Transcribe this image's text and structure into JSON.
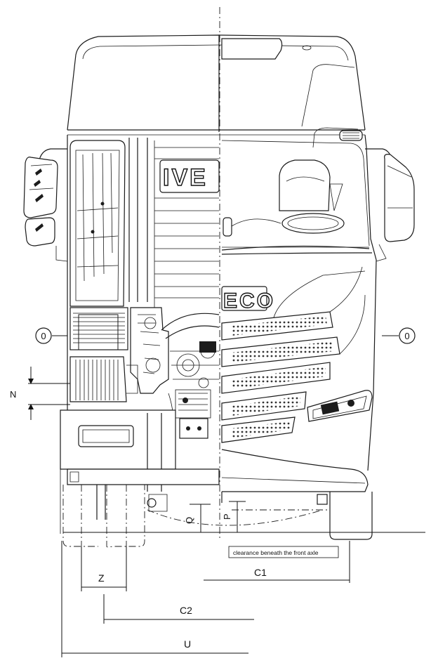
{
  "labels": {
    "brand_left": "IVE",
    "brand_right": "ECO",
    "datum_left": "0",
    "datum_right": "0",
    "dim_n": "N",
    "dim_q": "Q",
    "dim_p": "P",
    "dim_z": "Z",
    "dim_c1": "C1",
    "dim_c2": "C2",
    "dim_u": "U",
    "clearance_note": "clearance beneath the front axle"
  }
}
